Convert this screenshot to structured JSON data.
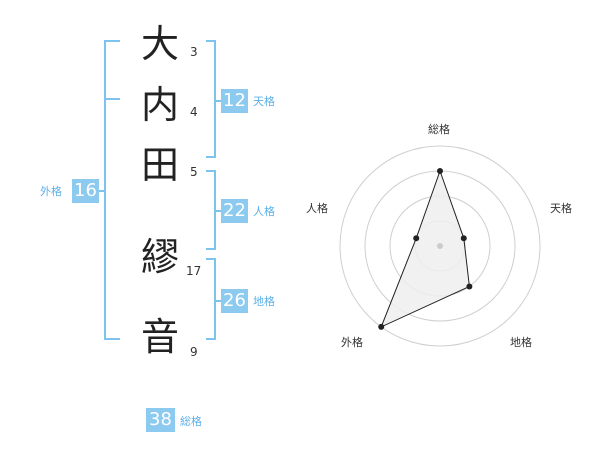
{
  "name": {
    "chars": [
      {
        "char": "大",
        "strokes": "3"
      },
      {
        "char": "内",
        "strokes": "4"
      },
      {
        "char": "田",
        "strokes": "5"
      },
      {
        "char": "繆",
        "strokes": "17"
      },
      {
        "char": "音",
        "strokes": "9"
      }
    ]
  },
  "kaku": {
    "tenkaku": {
      "value": "12",
      "label": "天格"
    },
    "jinkaku": {
      "value": "22",
      "label": "人格"
    },
    "chikaku": {
      "value": "26",
      "label": "地格"
    },
    "gaikaku": {
      "value": "16",
      "label": "外格"
    },
    "soukaku": {
      "value": "38",
      "label": "総格"
    }
  },
  "radar": {
    "labels": {
      "top": "総格",
      "right": "天格",
      "bottom_right": "地格",
      "bottom_left": "外格",
      "left": "人格"
    },
    "rings": 4
  },
  "chart_data": {
    "type": "radar",
    "categories": [
      "総格",
      "天格",
      "地格",
      "外格",
      "人格"
    ],
    "values": [
      3,
      1,
      2,
      4,
      1
    ],
    "ylim": [
      0,
      4
    ]
  },
  "colors": {
    "accent": "#8ccaf0",
    "accent_text": "#5cb0e8",
    "bracket": "#7ec3ee"
  }
}
